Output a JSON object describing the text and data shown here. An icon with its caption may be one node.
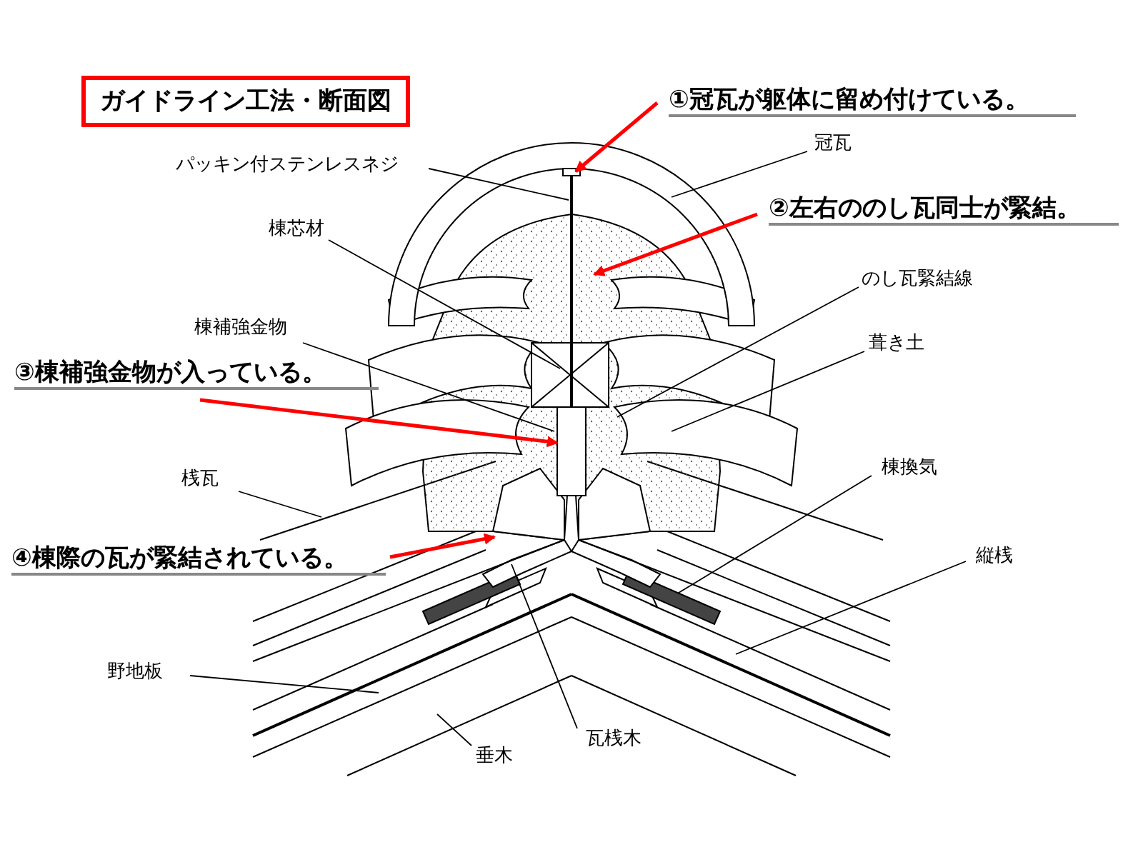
{
  "diagram": {
    "title": "ガイドライン工法・断面図",
    "nodes": [
      {
        "text": [
          "①冠瓦が躯体に留め付けている。"
        ]
      },
      {
        "text": [
          "パッキン付ステンレスネジ"
        ]
      },
      {
        "text": [
          "冠瓦"
        ]
      },
      {
        "text": [
          "②左右ののし瓦同士が緊結。"
        ]
      },
      {
        "text": [
          "棟芯材"
        ]
      },
      {
        "text": [
          "のし瓦緊結線"
        ]
      },
      {
        "text": [
          "棟補強金物"
        ]
      },
      {
        "text": [
          "葺き土"
        ]
      },
      {
        "text": [
          "③棟補強金物が入っている。"
        ]
      },
      {
        "text": [
          "桟瓦"
        ]
      },
      {
        "text": [
          "棟換気"
        ]
      },
      {
        "text": [
          "④棟際の瓦が緊結されている。"
        ]
      },
      {
        "text": [
          "縦桟"
        ]
      },
      {
        "text": [
          "野地板"
        ]
      },
      {
        "text": [
          "垂木"
        ]
      },
      {
        "text": [
          "瓦桟木"
        ]
      }
    ],
    "edges": [
      {
        "from": 0,
        "to": null,
        "arrow": "to",
        "style": "thick",
        "color": "#ff0000"
      },
      {
        "from": 1,
        "to": null,
        "arrow": "none"
      },
      {
        "from": 2,
        "to": null,
        "arrow": "none"
      },
      {
        "from": 3,
        "to": null,
        "arrow": "to",
        "style": "thick",
        "color": "#ff0000"
      },
      {
        "from": 4,
        "to": null,
        "arrow": "none"
      },
      {
        "from": 5,
        "to": null,
        "arrow": "none"
      },
      {
        "from": 6,
        "to": null,
        "arrow": "none"
      },
      {
        "from": 7,
        "to": null,
        "arrow": "none"
      },
      {
        "from": 8,
        "to": null,
        "arrow": "to",
        "style": "thick",
        "color": "#ff0000"
      },
      {
        "from": 9,
        "to": null,
        "arrow": "none"
      },
      {
        "from": 10,
        "to": null,
        "arrow": "none"
      },
      {
        "from": 11,
        "to": null,
        "arrow": "to",
        "style": "thick",
        "color": "#ff0000"
      },
      {
        "from": 12,
        "to": null,
        "arrow": "none"
      },
      {
        "from": 13,
        "to": null,
        "arrow": "none"
      },
      {
        "from": 14,
        "to": null,
        "arrow": "none"
      },
      {
        "from": 15,
        "to": null,
        "arrow": "none"
      }
    ]
  }
}
